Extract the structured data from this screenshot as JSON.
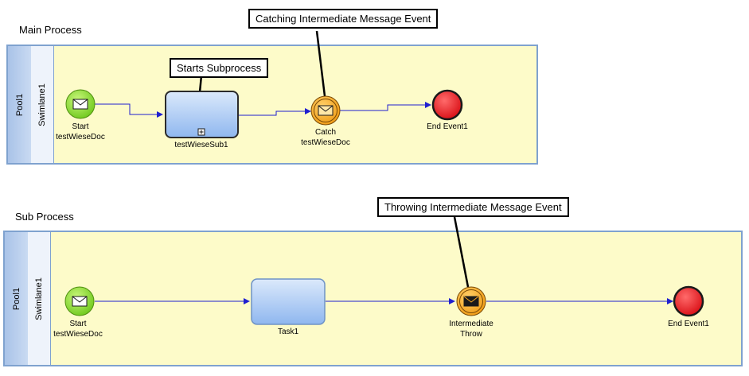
{
  "main": {
    "title": "Main Process",
    "pool": "Pool1",
    "lane": "Swimlane1",
    "callout_subprocess": "Starts Subprocess",
    "callout_catch": "Catching Intermediate Message Event",
    "start_label_1": "Start",
    "start_label_2": "testWieseDoc",
    "subprocess_label": "testWieseSub1",
    "catch_label_1": "Catch",
    "catch_label_2": "testWieseDoc",
    "end_label": "End Event1"
  },
  "sub": {
    "title": "Sub Process",
    "pool": "Pool1",
    "lane": "Swimlane1",
    "callout_throw": "Throwing Intermediate Message Event",
    "start_label_1": "Start",
    "start_label_2": "testWieseDoc",
    "task_label": "Task1",
    "throw_label_1": "Intermediate",
    "throw_label_2": "Throw",
    "end_label": "End Event1"
  },
  "colors": {
    "pool_fill": "#fdfbc9",
    "pool_border": "#7fa2cf",
    "start_event": "#8ee02a",
    "intermediate_event": "#f5a623",
    "end_event": "#e4141b",
    "flow": "#1f1fd0"
  }
}
